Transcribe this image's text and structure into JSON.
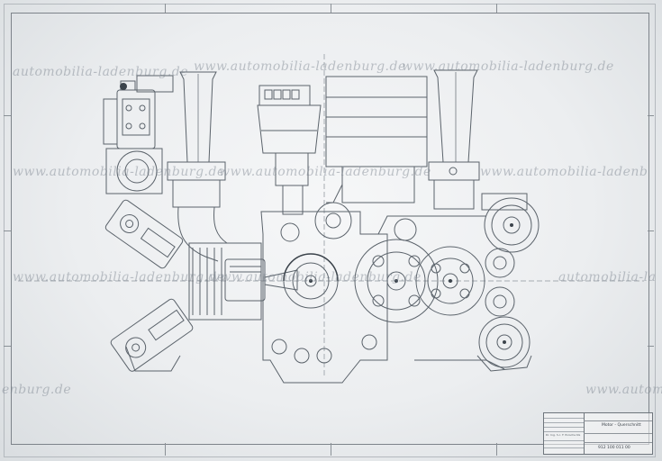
{
  "watermark": {
    "url": "www.automobilia-ladenburg.de",
    "partials": {
      "left_top": "automobilia-ladenburg.de",
      "left_mid": "www.automobilia-ladenburg.de",
      "left_bottom": "enburg.de",
      "right_bottom": "www.automobi",
      "right_mid": "automobilia-la",
      "right_top": "www.automobilia-ladenb"
    }
  },
  "title_block": {
    "owner_line": "Dr. Ing. h.c. F. Porsche KG",
    "title": "Motor - Querschnitt",
    "drawing_number": "912 100 011 00"
  },
  "palette": {
    "paper": "#eef0f2",
    "ink": "#5b636b",
    "ink_dark": "#3b434b",
    "watermark": "#8a93a0"
  }
}
